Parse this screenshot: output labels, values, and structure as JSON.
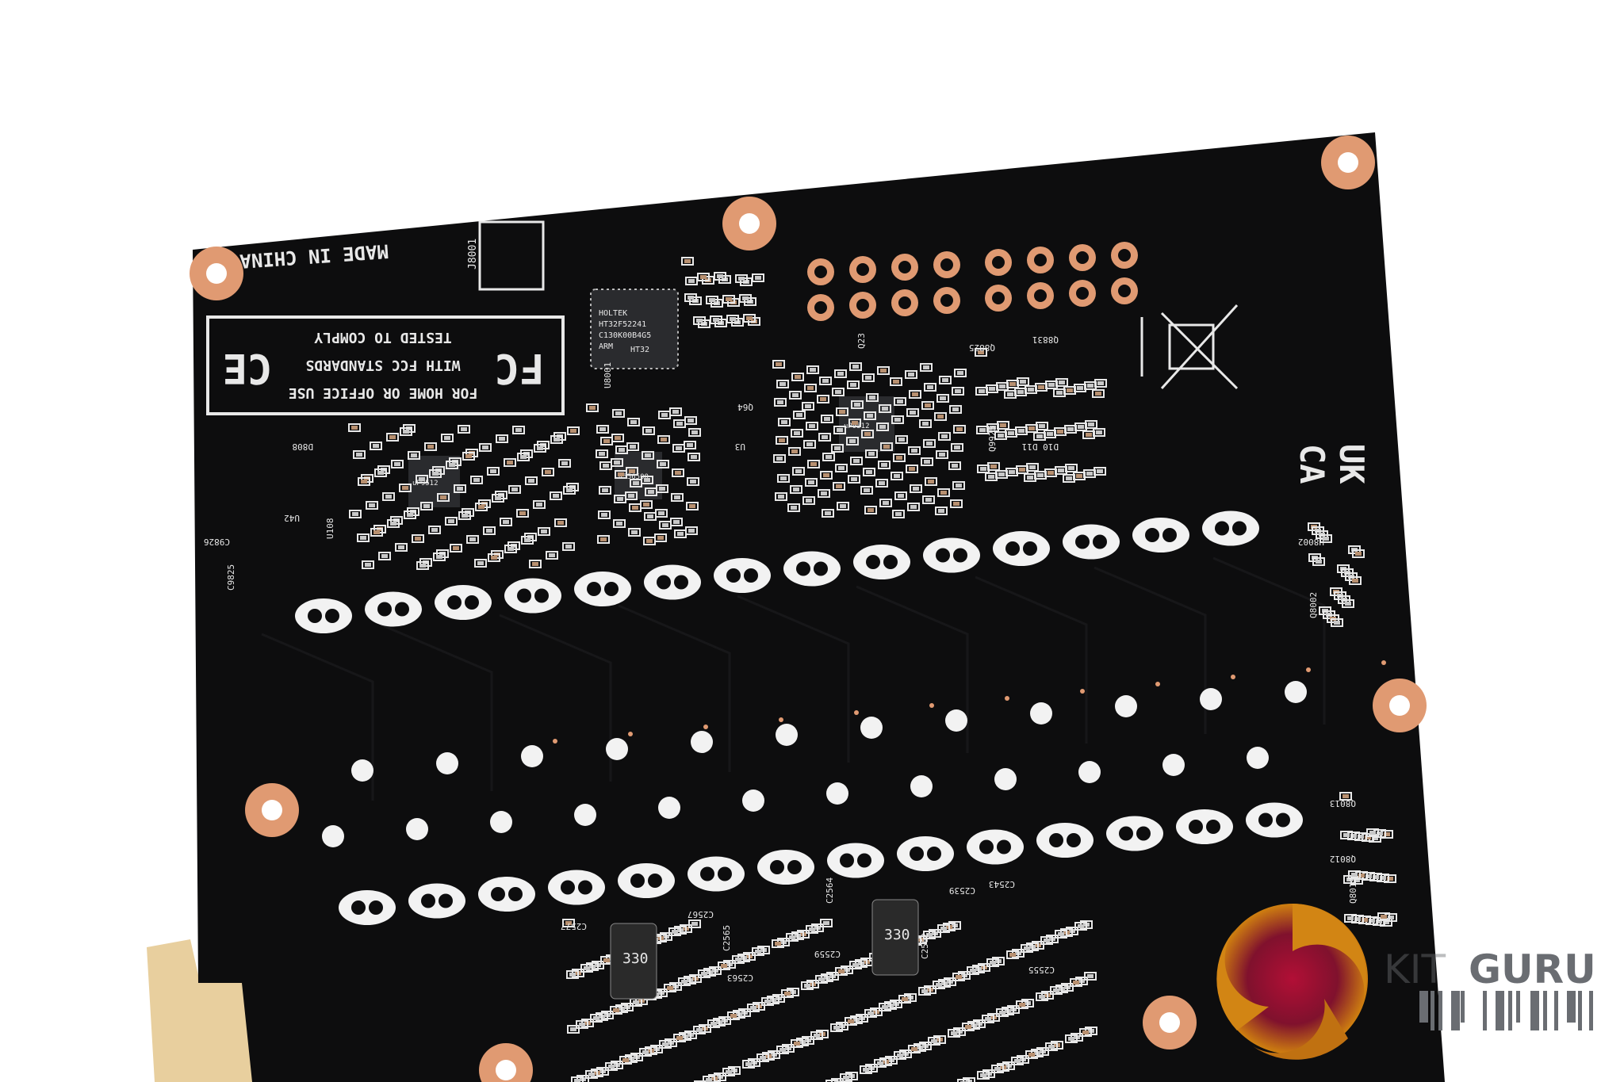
{
  "board": {
    "made_in": "MADE IN CHINA",
    "fcc_line1": "TESTED TO COMPLY",
    "fcc_line2": "WITH FCC STANDARDS",
    "fcc_line3": "FOR HOME OR OFFICE USE",
    "fcc_logo": "FC",
    "ce_logo": "CE",
    "ukca_top": "UK",
    "ukca_bottom": "CA",
    "connector_label": "J8001",
    "controller_chip": {
      "line1": "HOLTEK",
      "line2": "HT32F52241",
      "line3": "C130K00B4G5",
      "line4": "ARM",
      "line5": "HT32"
    },
    "pwm_chip_left": "uP9512",
    "pwm_chip_mid": "4556500",
    "pwm_chip_right": "uP9512",
    "inductor_label": "330",
    "ref_labels": [
      "U8001",
      "U3",
      "Q64",
      "Q23",
      "Q8825",
      "Q8831",
      "Q9925",
      "D10 D11",
      "U8002",
      "Q8002",
      "Q8013",
      "Q8012",
      "Q8011",
      "C2577",
      "C2567",
      "C2564",
      "C2543",
      "C2539",
      "C2565",
      "C2563",
      "C2559",
      "C2562",
      "C2555",
      "U42",
      "U108",
      "D808",
      "C9826",
      "C9825"
    ]
  },
  "watermark": {
    "brand_light": "KIT",
    "brand_bold": "GURU"
  },
  "colors": {
    "pcb": "#0d0d0e",
    "silkscreen": "#e8e8e8",
    "copper": "#e09a72",
    "pad": "#f2f2f2",
    "bracket": "#e8cf9e"
  }
}
